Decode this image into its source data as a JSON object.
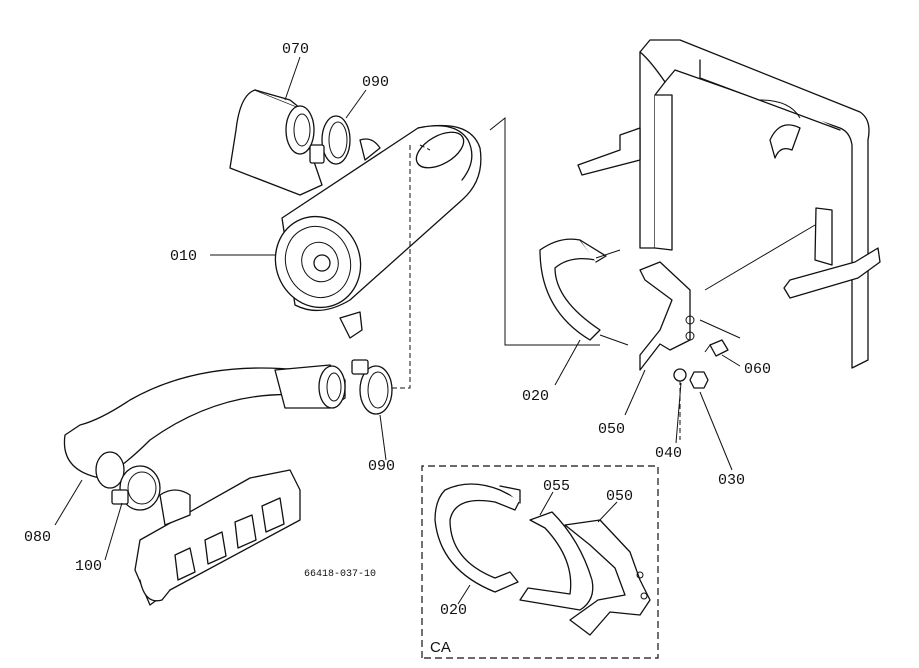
{
  "labels": {
    "p070": "070",
    "p090a": "090",
    "p010": "010",
    "p020": "020",
    "p060": "060",
    "p050": "050",
    "p040": "040",
    "p030": "030",
    "p090b": "090",
    "p080": "080",
    "p100": "100",
    "p055": "055",
    "p050b": "050",
    "p020b": "020"
  },
  "drawing_code": "66418-037-10",
  "inset_label": "CA"
}
